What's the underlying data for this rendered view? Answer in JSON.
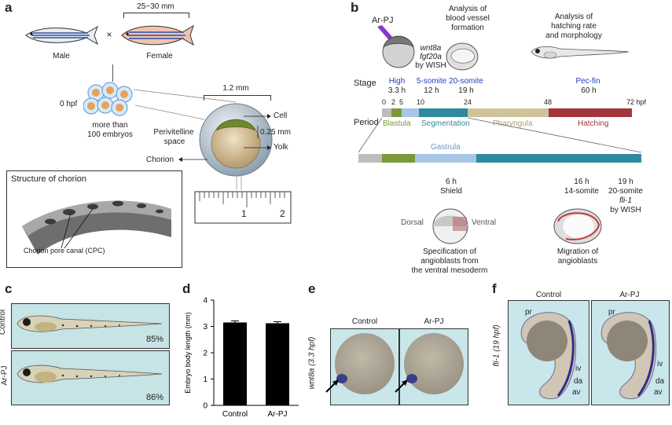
{
  "labels": {
    "a": "a",
    "b": "b",
    "c": "c",
    "d": "d",
    "e": "e",
    "f": "f"
  },
  "panel_a": {
    "size_range": "25~30 mm",
    "cross": "×",
    "male": "Male",
    "female": "Female",
    "hpf0": "0 hpf",
    "embryos": "more than",
    "embryos2": "100 embryos",
    "size_1_2": "1.2 mm",
    "cell": "Cell",
    "perivitelline": "Perivitelline",
    "space": "space",
    "size_025": "0.25 mm",
    "yolk": "Yolk",
    "chorion": "Chorion",
    "chorion_title": "Structure of chorion",
    "cpc": "Chorion pore canal (CPC)",
    "ruler_1": "1",
    "ruler_2": "2",
    "ruler_unit": "(CPC)"
  },
  "panel_b": {
    "arpj": "Ar-PJ",
    "wish_genes1": "wnt8a",
    "wish_genes2": "fgf20a",
    "wish_by": "by WISH",
    "blood_title1": "Analysis of",
    "blood_title2": "blood vessel",
    "blood_title3": "formation",
    "hatch_title1": "Analysis of",
    "hatch_title2": "hatching rate",
    "hatch_title3": "and morphology",
    "stage": "Stage",
    "period": "Period",
    "stages": [
      {
        "name": "High",
        "time": "3.3 h"
      },
      {
        "name": "5-somite",
        "time": "12 h"
      },
      {
        "name": "20-somite",
        "time": "19 h"
      },
      {
        "name": "Pec-fin",
        "time": "60 h"
      }
    ],
    "ticks": [
      "0",
      "2",
      "5",
      "10",
      "24",
      "48",
      "72 hpf"
    ],
    "periods": [
      "Blastula",
      "Segmentation",
      "Pharyngula",
      "Hatching"
    ],
    "gastrula": "Gastrula",
    "shield_time": "6 h",
    "shield": "Shield",
    "s14_time": "16 h",
    "s14": "14-somite",
    "s20_time": "19 h",
    "s20": "20-somite",
    "fli1": "fli-1",
    "fli_by": "by WISH",
    "dorsal": "Dorsal",
    "ventral": "Ventral",
    "spec1": "Specification of",
    "spec2": "angioblasts from",
    "spec3": "the ventral mesoderm",
    "mig1": "Migration of",
    "mig2": "angioblasts"
  },
  "panel_c": {
    "control": "Control",
    "arpj": "Ar-PJ",
    "pct_control": "85%",
    "pct_arpj": "86%"
  },
  "panel_d": {
    "chart_data": {
      "type": "bar",
      "categories": [
        "Control",
        "Ar-PJ"
      ],
      "values": [
        3.15,
        3.12
      ],
      "errors": [
        0.06,
        0.06
      ],
      "ylabel": "Embryo body length (mm)",
      "ylim": [
        0,
        4
      ],
      "yticks": [
        "0",
        "1",
        "2",
        "3",
        "4"
      ]
    }
  },
  "panel_e": {
    "control": "Control",
    "arpj": "Ar-PJ",
    "ylabel": "wnt8a (3.3 hpf)"
  },
  "panel_f": {
    "control": "Control",
    "arpj": "Ar-PJ",
    "ylabel": "fli-1 (19 hpf)",
    "pr": "pr",
    "iv": "iv",
    "da": "da",
    "av": "av"
  },
  "colors": {
    "blastula": "#7a9a3a",
    "gastrula": "#a7c6e6",
    "segmentation": "#2f8aa0",
    "pharyngula": "#cfc39a",
    "hatching": "#a2363c",
    "grey": "#bdbdbd",
    "stage_blue": "#1f3fbf"
  }
}
